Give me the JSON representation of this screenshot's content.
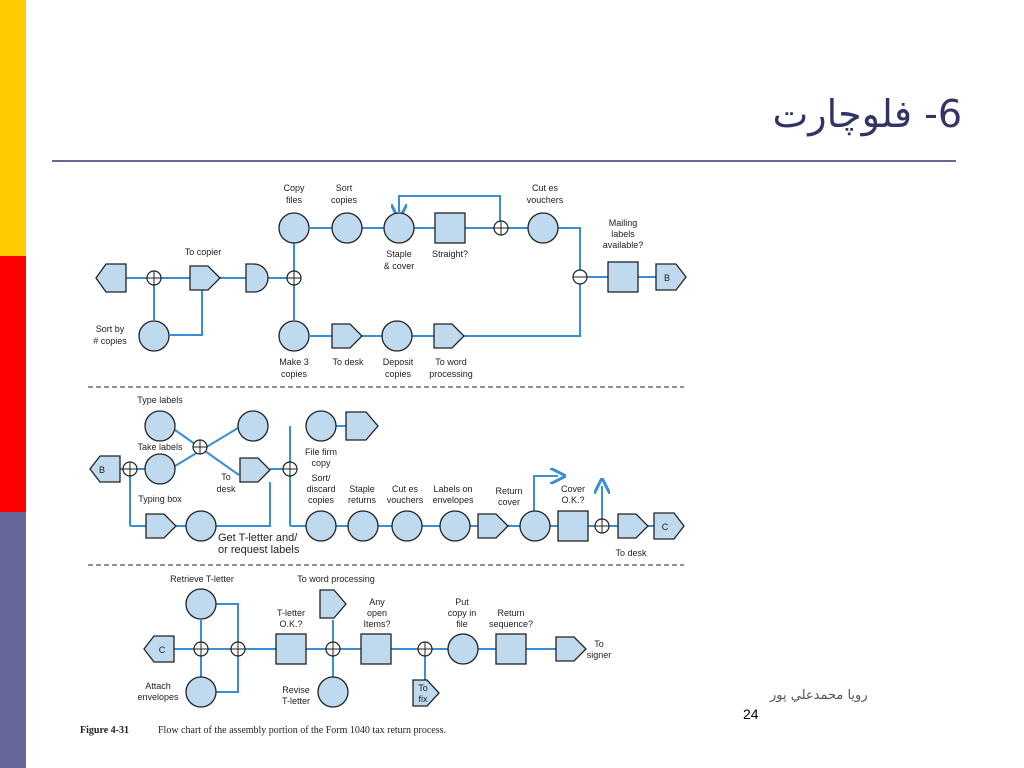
{
  "slide": {
    "title": "6- فلوچارت",
    "author": "رويا محمدعلي پور",
    "page_number": "24"
  },
  "colors": {
    "bar_top": "#ffcc00",
    "bar_middle": "#ff0000",
    "bar_bottom": "#666699",
    "flow_line": "#3a8fd4",
    "symbol_fill": "#bfd9ef"
  },
  "figure": {
    "caption_label": "Figure 4-31",
    "caption_text": "Flow chart of the assembly portion of the Form 1040 tax return process.",
    "section1": {
      "copy_files": [
        "Copy",
        "files"
      ],
      "sort_copies": [
        "Sort",
        "copies"
      ],
      "cut_vouchers": [
        "Cut es",
        "vouchers"
      ],
      "to_copier": "To copier",
      "staple_cover": [
        "Staple",
        "& cover"
      ],
      "straight": "Straight?",
      "mailing_labels": [
        "Mailing",
        "labels",
        "available?"
      ],
      "connector_b": "B",
      "sort_by_copies": [
        "Sort by",
        "# copies"
      ],
      "make_3_copies": [
        "Make 3",
        "copies"
      ],
      "to_desk": "To desk",
      "deposit_copies": [
        "Deposit",
        "copies"
      ],
      "to_word_processing": [
        "To word",
        "processing"
      ]
    },
    "section2": {
      "type_labels": "Type labels",
      "take_labels": "Take labels",
      "connector_b": "B",
      "typing_box": "Typing box",
      "to_desk": [
        "To",
        "desk"
      ],
      "file_firm_copy": [
        "File firm",
        "copy"
      ],
      "sort_discard": [
        "Sort/",
        "discard",
        "copies"
      ],
      "staple_returns": [
        "Staple",
        "returns"
      ],
      "cut_vouchers": [
        "Cut es",
        "vouchers"
      ],
      "labels_on_envelopes": [
        "Labels on",
        "envelopes"
      ],
      "return_cover": [
        "Return",
        "cover"
      ],
      "cover_ok": [
        "Cover",
        "O.K.?"
      ],
      "connector_c": "C",
      "get_t_letter": [
        "Get T-letter and/",
        "or request labels"
      ],
      "to_desk_end": "To desk"
    },
    "section3": {
      "retrieve_t_letter": "Retrieve T-letter",
      "to_word_processing": "To word processing",
      "t_letter_ok": [
        "T-letter",
        "O.K.?"
      ],
      "any_open_items": [
        "Any",
        "open",
        "Items?"
      ],
      "put_copy_in_file": [
        "Put",
        "copy in",
        "file"
      ],
      "return_sequence": [
        "Return",
        "sequence?"
      ],
      "to_signer": [
        "To",
        "signer"
      ],
      "connector_c": "C",
      "attach_envelopes": [
        "Attach",
        "envelopes"
      ],
      "revise_t_letter": [
        "Revise",
        "T-letter"
      ],
      "to_fix": [
        "To",
        "fix"
      ]
    }
  }
}
